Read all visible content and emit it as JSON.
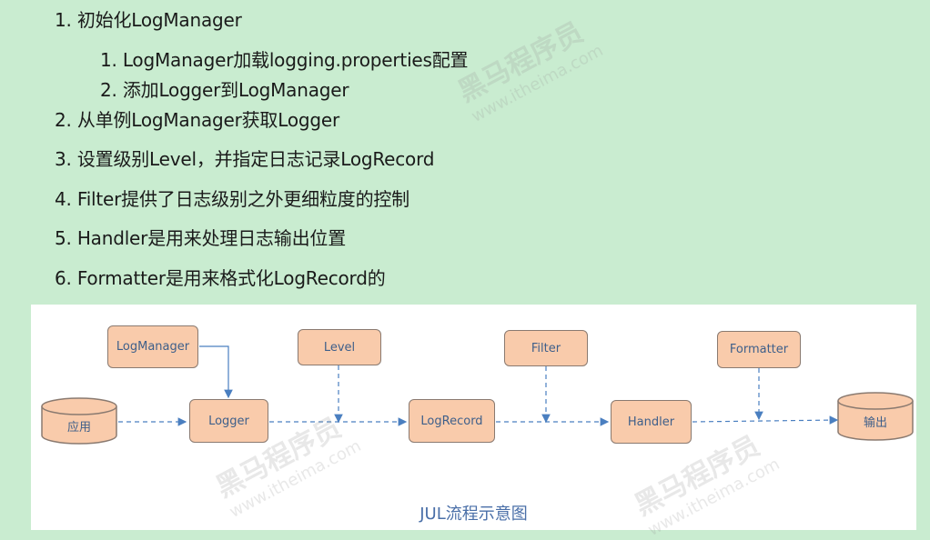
{
  "steps": {
    "s1": "1. 初始化LogManager",
    "s1a": "1. LogManager加载logging.properties配置",
    "s1b": "2. 添加Logger到LogManager",
    "s2": "2. 从单例LogManager获取Logger",
    "s3": "3. 设置级别Level，并指定日志记录LogRecord",
    "s4": "4. Filter提供了日志级别之外更细粒度的控制",
    "s5": "5. Handler是用来处理日志输出位置",
    "s6": "6. Formatter是用来格式化LogRecord的"
  },
  "diagram": {
    "nodes": {
      "logmanager": "LogManager",
      "level": "Level",
      "filter": "Filter",
      "formatter": "Formatter",
      "app": "应用",
      "logger": "Logger",
      "logrecord": "LogRecord",
      "handler": "Handler",
      "output": "输出"
    },
    "caption": "JUL流程示意图"
  },
  "watermark": {
    "brand": "黑马程序员",
    "site": "www.itheima.com"
  },
  "colors": {
    "background": "#c9ecd0",
    "box_fill": "#f9cbab",
    "arrow": "#4a7fc0",
    "caption": "#4a6fa8"
  }
}
